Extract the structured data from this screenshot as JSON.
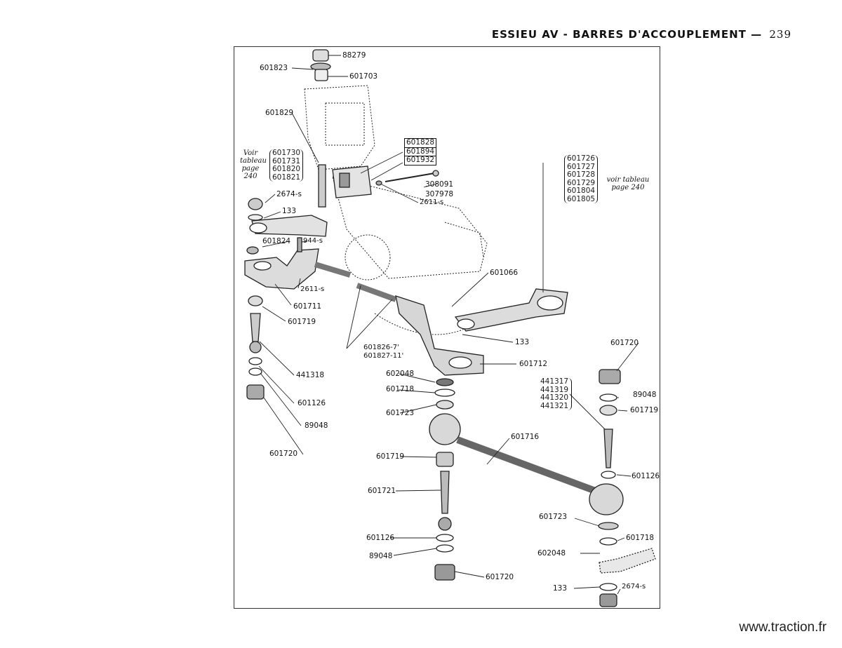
{
  "header": {
    "title": "ESSIEU AV - BARRES D'ACCOUPLEMENT —",
    "page": "239"
  },
  "note_left": [
    "Voir",
    "tableau",
    "page",
    "240"
  ],
  "note_right": [
    "voir tableau",
    "page 240"
  ],
  "group_left": [
    "601730",
    "601731",
    "601820",
    "601821"
  ],
  "group_boxed": [
    "601828",
    "601894",
    "601932"
  ],
  "group_right": [
    "601726",
    "601727",
    "601728",
    "601729",
    "601804",
    "601805"
  ],
  "group_ball": [
    "441317",
    "441319",
    "441320",
    "441321"
  ],
  "labels": {
    "p88279": "88279",
    "p601823": "601823",
    "p601703": "601703",
    "p601829": "601829",
    "p308091": "308091",
    "p307978": "307978",
    "p2611s_a": "2611-s",
    "p2674s_a": "2674-s",
    "p133_a": "133",
    "p601824": "601824",
    "p944s": "944-s",
    "p2611s_b": "2611-s",
    "p601711": "601711",
    "p601719_a": "601719",
    "p441318": "441318",
    "p601126_a": "601126",
    "p89048_a": "89048",
    "p601720_a": "601720",
    "p601066": "601066",
    "p133_b": "133",
    "p601826": "601826-7'",
    "p601827": "601827-11'",
    "p601712": "601712",
    "p602048_a": "602048",
    "p601718_a": "601718",
    "p601723_a": "601723",
    "p601716": "601716",
    "p601719_b": "601719",
    "p601721": "601721",
    "p601126_b": "601126",
    "p89048_b": "89048",
    "p601720_b": "601720",
    "p601720_c": "601720",
    "p89048_c": "89048",
    "p601719_c": "601719",
    "p601126_c": "601126",
    "p601723_b": "601723",
    "p601718_b": "601718",
    "p602048_b": "602048",
    "p133_c": "133",
    "p2674s_b": "2674-s"
  },
  "website": "www.traction.fr"
}
